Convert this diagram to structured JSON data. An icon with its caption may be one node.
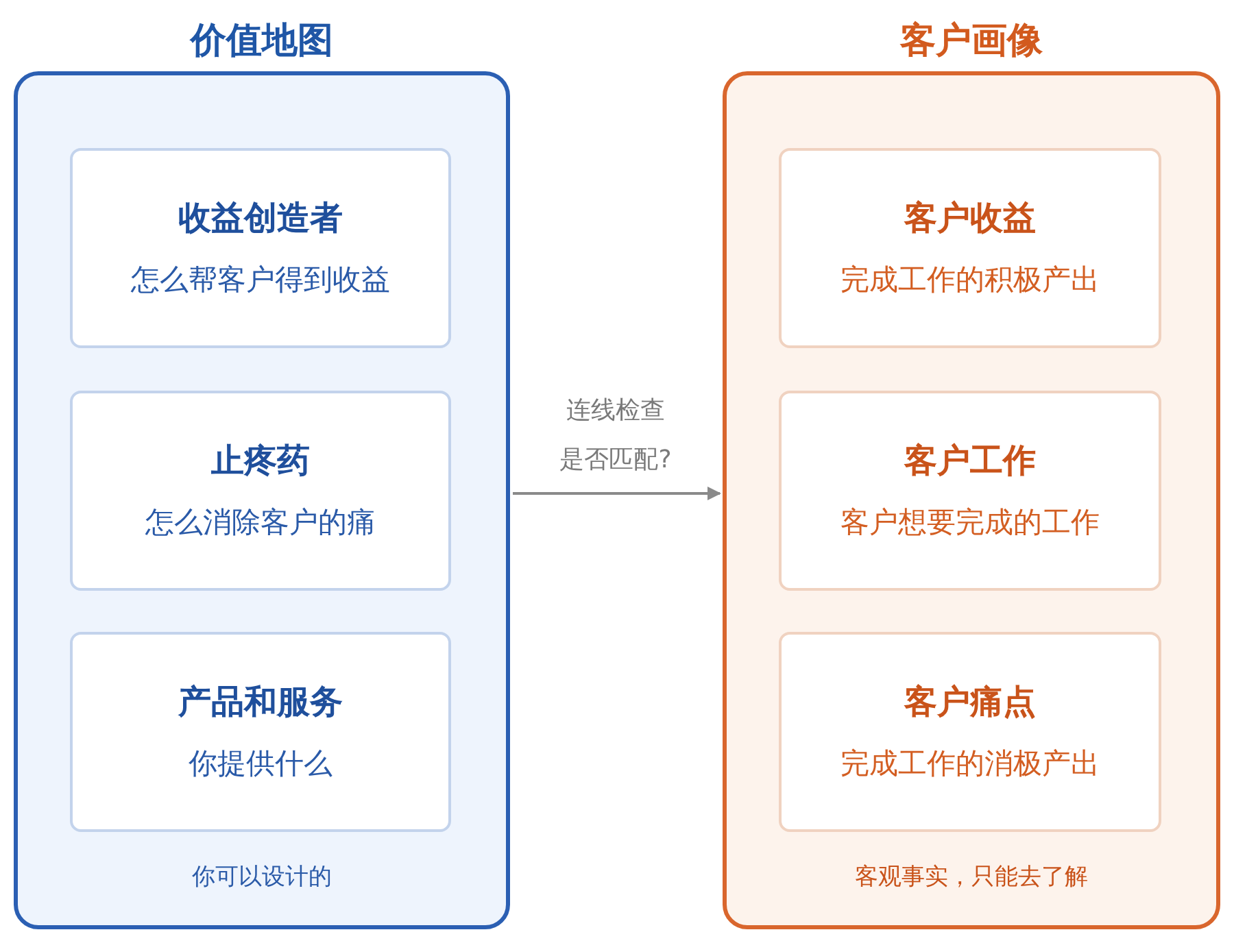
{
  "diagram": {
    "nodes": [
      {
        "text": [
          "价值地图",
          "你可以设计的"
        ]
      },
      {
        "text": [
          "收益创造者",
          "怎么帮客户得到收益"
        ],
        "in": 0
      },
      {
        "text": [
          "止疼药",
          "怎么消除客户的痛"
        ],
        "in": 0
      },
      {
        "text": [
          "产品和服务",
          "你提供什么"
        ],
        "in": 0
      },
      {
        "text": [
          "客户画像",
          "客观事实，只能去了解"
        ]
      },
      {
        "text": [
          "客户收益",
          "完成工作的积极产出"
        ],
        "in": 4
      },
      {
        "text": [
          "客户工作",
          "客户想要完成的工作"
        ],
        "in": 4
      },
      {
        "text": [
          "客户痛点",
          "完成工作的消极产出"
        ],
        "in": 4
      }
    ],
    "edges": [
      {
        "from": 0,
        "to": 4,
        "arrow": "to",
        "label": "连线检查是否匹配?"
      }
    ]
  }
}
